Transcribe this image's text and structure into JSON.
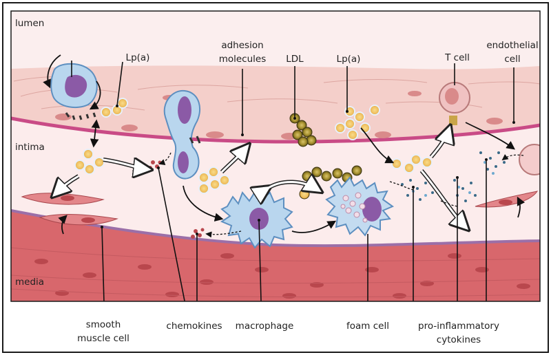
{
  "regions": {
    "lumen": "lumen",
    "intima": "intima",
    "media": "media"
  },
  "labels": {
    "lpa_left": "Lp(a)",
    "adhesion_line1": "adhesion",
    "adhesion_line2": "molecules",
    "ldl": "LDL",
    "lpa_right": "Lp(a)",
    "t_cell": "T cell",
    "endothelial_line1": "endothelial",
    "endothelial_line2": "cell",
    "smooth_line1": "smooth",
    "smooth_line2": "muscle cell",
    "chemokines": "chemokines",
    "macrophage": "macrophage",
    "foam_cell": "foam cell",
    "cytokines_line1": "pro-inflammatory",
    "cytokines_line2": "cytokines"
  },
  "colors": {
    "frame": "#1a1a1a",
    "lumen_bg": "#f9eaea",
    "endothelium": "#f2c9c4",
    "basement_membrane": "#c94b86",
    "intima": "#fbe9ea",
    "elastic_lamina": "#9b6fa8",
    "media": "#d9676e",
    "monocyte_body": "#b9d6ee",
    "nucleus": "#8b5aa6",
    "lipoprotein_fill": "#f4d07a",
    "ldl_fill": "#8b7a2a",
    "t_cell": "#f0c2c2",
    "smooth_muscle": "#e3868a"
  }
}
